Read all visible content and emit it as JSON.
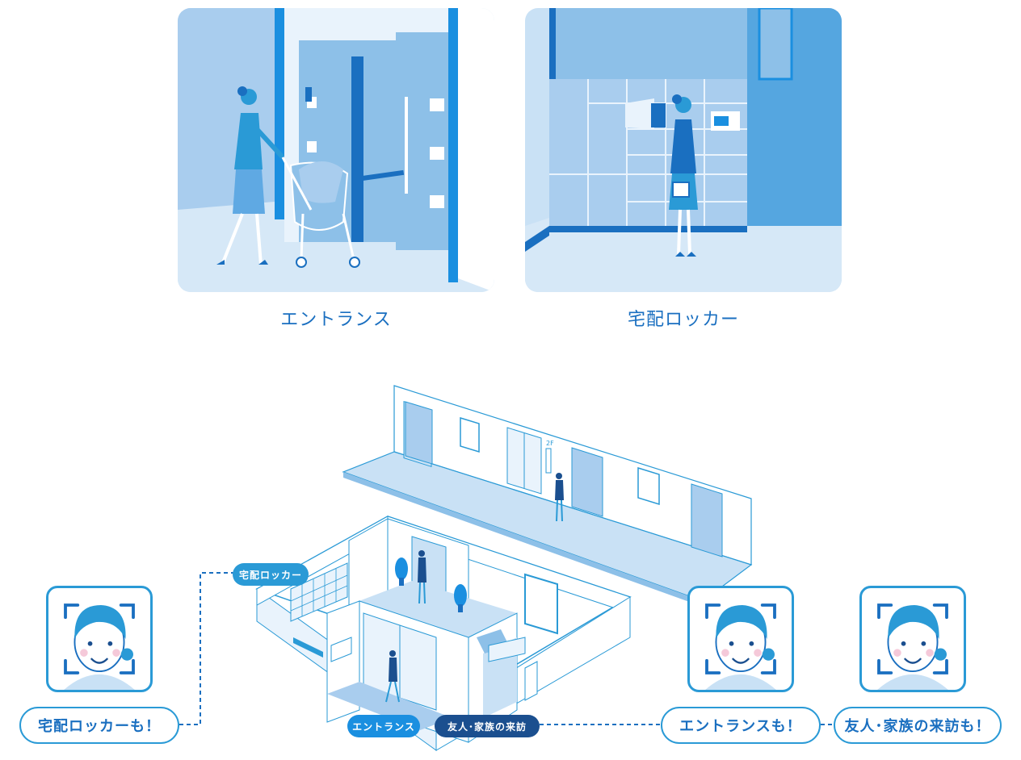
{
  "captions": {
    "entrance": "エントランス",
    "locker": "宅配ロッカー"
  },
  "building_tags": {
    "locker": "宅配ロッカー",
    "entrance": "エントランス",
    "visit": "友人･家族の来訪"
  },
  "feature_labels": {
    "locker": "宅配ロッカーも！",
    "entrance": "エントランスも！",
    "visit": "友人･家族の来訪も！"
  },
  "floor_sign": "2F",
  "colors": {
    "accent": "#2a9ad6",
    "deep": "#1a6fc0",
    "navy": "#1b4f8f",
    "light": "#c9e1f5",
    "mid": "#8dc0e8"
  }
}
